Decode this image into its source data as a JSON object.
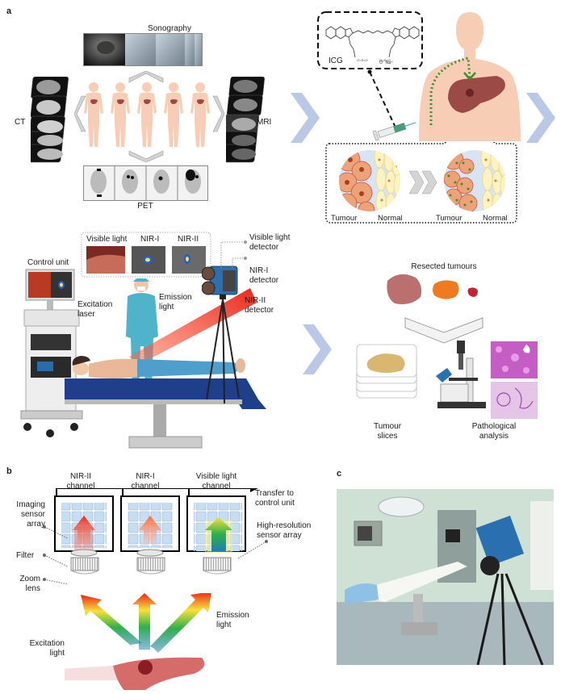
{
  "panels": {
    "a": {
      "letter": "a",
      "imaging": {
        "top_label": "Sonography",
        "left_label": "CT",
        "right_label": "MRI",
        "bottom_label": "PET",
        "patient_count": 5
      },
      "icg": {
        "label": "ICG",
        "counterion": "O⁻ Na⁺"
      },
      "cells": {
        "before": {
          "left": "Tumour",
          "right": "Normal"
        },
        "after": {
          "left": "Tumour",
          "right": "Normal"
        }
      },
      "surgery": {
        "inset_labels": [
          "Visible light",
          "NIR-I",
          "NIR-II"
        ],
        "control_unit": "Control unit",
        "excitation": "Excitation\nlaser",
        "emission": "Emission\nlight",
        "detectors": [
          "Visible light\ndetector",
          "NIR-I\ndetector",
          "NIR-II\ndetector"
        ]
      },
      "pathology": {
        "resected": "Resected tumours",
        "slices": "Tumour\nslices",
        "analysis": "Pathological\nanalysis"
      }
    },
    "b": {
      "letter": "b",
      "channels": [
        "NIR-II\nchannel",
        "NIR-I\nchannel",
        "Visible light\nchannel"
      ],
      "transfer": "Transfer to\ncontrol unit",
      "left_labels": [
        "Imaging\nsensor\narray",
        "Filter",
        "Zoom\nlens"
      ],
      "right_labels": [
        "High-resolution\nsensor array",
        "Emission\nlight"
      ],
      "excitation": "Excitation\nlight"
    },
    "c": {
      "letter": "c",
      "photo_description": "Operating room with multispectral camera on tripod"
    }
  },
  "colors": {
    "chevron_blue": "#b8c8e6",
    "chevron_grey": "#d4d4d4",
    "skin": "#f7cdb5",
    "liver": "#9c4a45",
    "icg_green": "#3f8f2b",
    "tumour_cell": "#eda37a",
    "normal_cell": "#fdf3c2",
    "laser_red": "#e8261c",
    "sensor_blue": "#c7ddf1",
    "drape_blue": "#1f3f8a",
    "scrubs": "#4fb3c9"
  }
}
